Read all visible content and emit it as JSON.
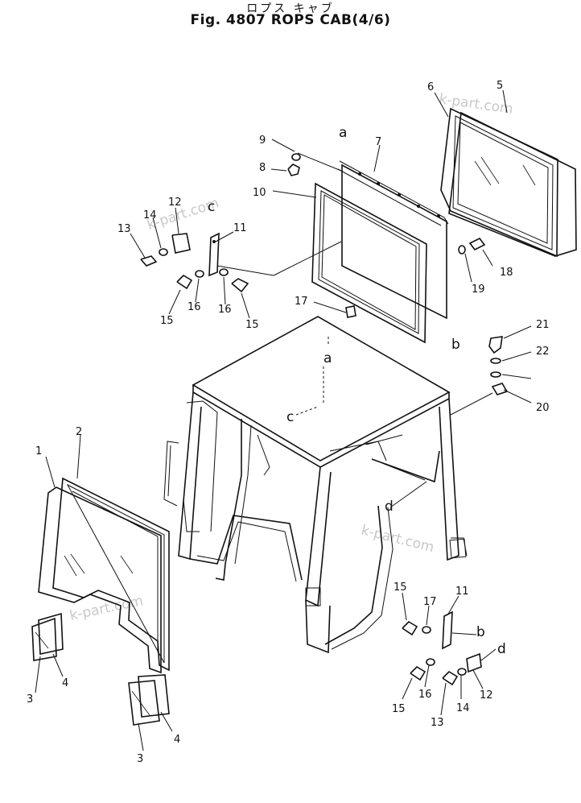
{
  "title": {
    "japanese": "ロプス キャブ",
    "english": "Fig. 4807  ROPS  CAB(4/6)"
  },
  "watermark": "k-part.com",
  "part_labels": [
    "1",
    "2",
    "3",
    "3",
    "4",
    "4",
    "5",
    "6",
    "7",
    "8",
    "9",
    "10",
    "11",
    "11",
    "12",
    "12",
    "13",
    "13",
    "14",
    "14",
    "15",
    "15",
    "15",
    "15",
    "16",
    "16",
    "16",
    "17",
    "17",
    "18",
    "19",
    "20",
    "21",
    "22"
  ],
  "reference_letters": [
    "a",
    "a",
    "b",
    "b",
    "c",
    "c",
    "d",
    "d"
  ]
}
